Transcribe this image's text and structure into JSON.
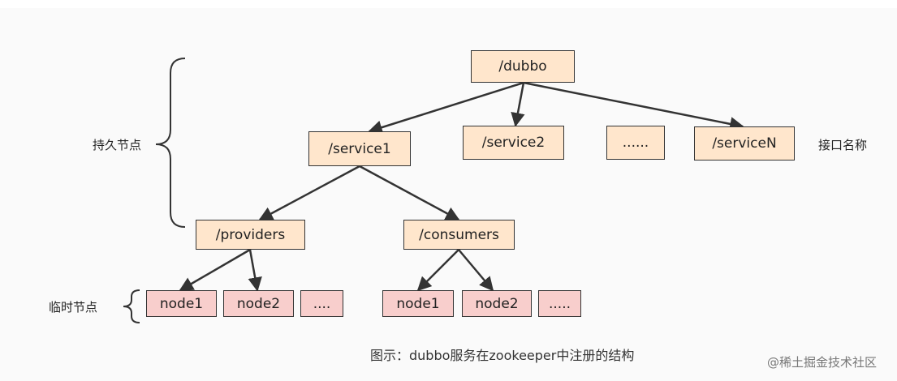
{
  "tree": {
    "root": "/dubbo",
    "services": [
      "/service1",
      "/service2",
      "......",
      "/serviceN"
    ],
    "roles": [
      "/providers",
      "/consumers"
    ],
    "provider_nodes": [
      "node1",
      "node2",
      "...."
    ],
    "consumer_nodes": [
      "node1",
      "node2",
      "....."
    ]
  },
  "labels": {
    "persistent": "持久节点",
    "ephemeral": "临时节点",
    "interface_name": "接口名称"
  },
  "caption": "图示：dubbo服务在zookeeper中注册的结构",
  "credit": "@稀土掘金技术社区",
  "colors": {
    "persistent_fill": "#ffe6cc",
    "ephemeral_fill": "#f8cecc",
    "stroke": "#333333"
  }
}
